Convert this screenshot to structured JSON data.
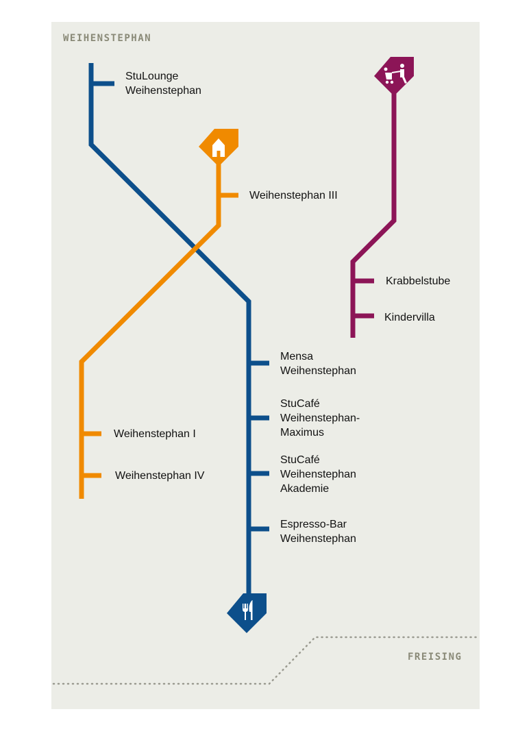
{
  "areas": {
    "top": "WEIHENSTEPHAN",
    "bottom": "FREISING"
  },
  "colors": {
    "background": "#ecede7",
    "gastronomy_line": "#0d4f8b",
    "housing_line": "#f08a00",
    "childcare_line": "#8c1557",
    "dotted_border": "#9a9a90"
  },
  "lines": {
    "gastronomy": {
      "icon": "cutlery-icon",
      "stations": [
        {
          "label": "StuLounge\nWeihenstephan"
        },
        {
          "label": "Mensa\nWeihenstephan"
        },
        {
          "label": "StuCafé\nWeihenstephan-\nMaximus"
        },
        {
          "label": "StuCafé\nWeihenstephan\nAkademie"
        },
        {
          "label": "Espresso-Bar\nWeihenstephan"
        }
      ]
    },
    "housing": {
      "icon": "house-icon",
      "stations": [
        {
          "label": "Weihenstephan III"
        },
        {
          "label": "Weihenstephan I"
        },
        {
          "label": "Weihenstephan IV"
        }
      ]
    },
    "childcare": {
      "icon": "stroller-parent-icon",
      "stations": [
        {
          "label": "Krabbelstube"
        },
        {
          "label": "Kindervilla"
        }
      ]
    }
  }
}
